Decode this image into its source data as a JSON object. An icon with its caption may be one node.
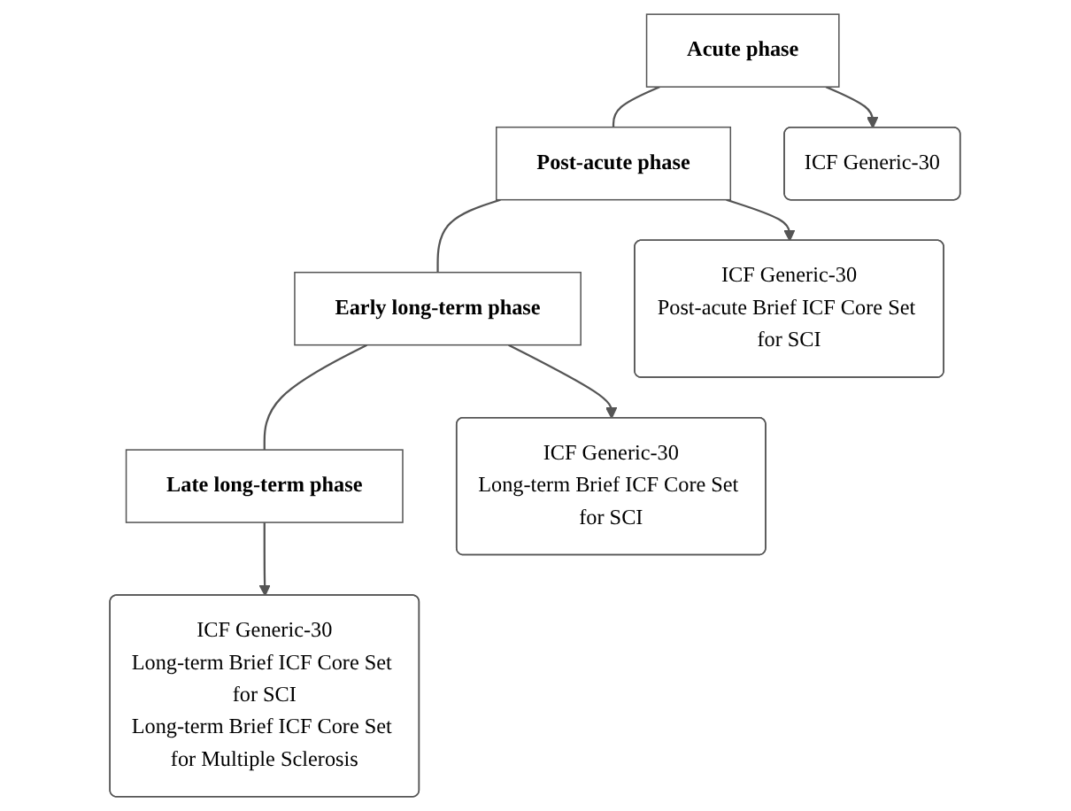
{
  "diagram": {
    "nodes": [
      {
        "text": [
          "Acute phase"
        ]
      },
      {
        "text": [
          "Post-acute phase"
        ]
      },
      {
        "text": [
          "Early long-term phase"
        ]
      },
      {
        "text": [
          "Late long-term phase"
        ]
      },
      {
        "text": [
          "ICF Generic-30"
        ]
      },
      {
        "text": [
          "ICF Generic-30",
          "Post-acute Brief ICF Core Set for SCI"
        ]
      },
      {
        "text": [
          "ICF Generic-30",
          "Long-term Brief ICF Core Set for SCI"
        ]
      },
      {
        "text": [
          "ICF Generic-30",
          "Long-term Brief ICF Core Set for SCI",
          "Long-term Brief ICF Core Set for Multiple Sclerosis"
        ]
      }
    ],
    "edges": [
      {
        "from": 0,
        "to": 4,
        "arrow": "to"
      },
      {
        "from": 0,
        "to": 1,
        "arrow": "none"
      },
      {
        "from": 1,
        "to": 5,
        "arrow": "to"
      },
      {
        "from": 1,
        "to": 2,
        "arrow": "none"
      },
      {
        "from": 2,
        "to": 6,
        "arrow": "to"
      },
      {
        "from": 2,
        "to": 3,
        "arrow": "none"
      },
      {
        "from": 3,
        "to": 7,
        "arrow": "to"
      }
    ]
  }
}
